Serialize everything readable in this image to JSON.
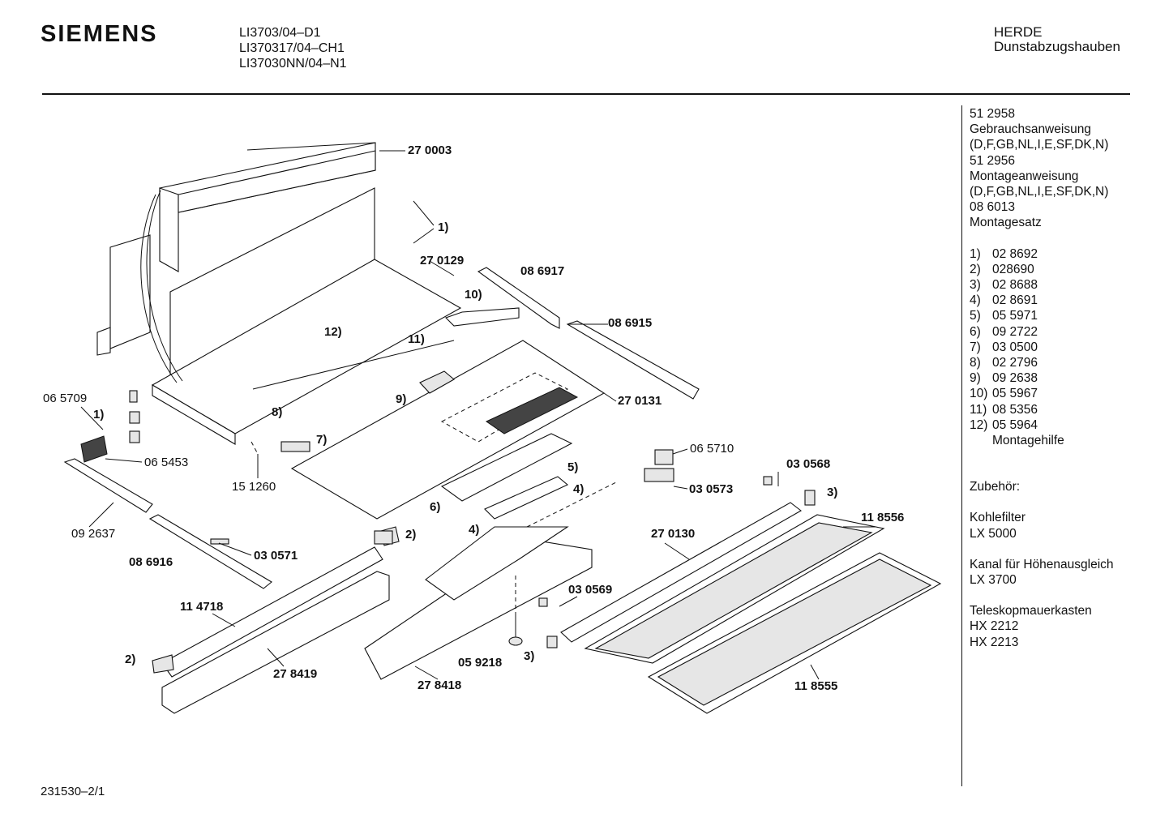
{
  "header": {
    "brand": "SIEMENS",
    "models": [
      "LI3703/04–D1",
      "LI370317/04–CH1",
      "LI37030NN/04–N1"
    ],
    "category": "HERDE",
    "subcategory": "Dunstabzugshauben"
  },
  "sidebar": {
    "docs": [
      {
        "number": "51 2958",
        "title": "Gebrauchsanweisung",
        "languages": "(D,F,GB,NL,I,E,SF,DK,N)"
      },
      {
        "number": "51 2956",
        "title": "Montageanweisung",
        "languages": "(D,F,GB,NL,I,E,SF,DK,N)"
      },
      {
        "number": "08 6013",
        "title": "Montagesatz"
      }
    ],
    "small_parts": [
      {
        "key": "1)",
        "number": "02 8692"
      },
      {
        "key": "2)",
        "number": "028690"
      },
      {
        "key": "3)",
        "number": "02 8688"
      },
      {
        "key": "4)",
        "number": "02 8691"
      },
      {
        "key": "5)",
        "number": "05 5971"
      },
      {
        "key": "6)",
        "number": "09 2722"
      },
      {
        "key": "7)",
        "number": "03 0500"
      },
      {
        "key": "8)",
        "number": "02 2796"
      },
      {
        "key": "9)",
        "number": "09 2638"
      },
      {
        "key": "10)",
        "number": "05 5967"
      },
      {
        "key": "11)",
        "number": "08 5356"
      },
      {
        "key": "12)",
        "number": "05 5964"
      }
    ],
    "small_parts_note": "Montagehilfe",
    "accessories_title": "Zubehör:",
    "accessories": [
      {
        "name": "Kohlefilter",
        "codes": [
          "LX 5000"
        ]
      },
      {
        "name": "Kanal für Höhenausgleich",
        "codes": [
          "LX 3700"
        ]
      },
      {
        "name": "Teleskopmauerkasten",
        "codes": [
          "HX 2212",
          "HX 2213"
        ]
      }
    ]
  },
  "diagram": {
    "labels": {
      "p270003": "27 0003",
      "p270129": "27 0129",
      "p086917": "08 6917",
      "p086915": "08 6915",
      "p270131": "27 0131",
      "p065709": "06 5709",
      "p065453": "06 5453",
      "p151260": "15 1260",
      "p092637": "09 2637",
      "p086916": "08 6916",
      "p030571": "03 0571",
      "p114718": "11 4718",
      "p278419": "27 8419",
      "p278418": "27 8418",
      "p059218": "05 9218",
      "p030569": "03 0569",
      "p270130": "27 0130",
      "p065710": "06 5710",
      "p030573": "03 0573",
      "p030568": "03 0568",
      "p118556": "11 8556",
      "p118555": "11 8555",
      "k1a": "1)",
      "k1b": "1)",
      "k2a": "2)",
      "k2b": "2)",
      "k3a": "3)",
      "k3b": "3)",
      "k4a": "4)",
      "k4b": "4)",
      "k5": "5)",
      "k6": "6)",
      "k7": "7)",
      "k8": "8)",
      "k9": "9)",
      "k10": "10)",
      "k11": "11)",
      "k12": "12)"
    }
  },
  "footer": {
    "code": "231530–2/1"
  }
}
